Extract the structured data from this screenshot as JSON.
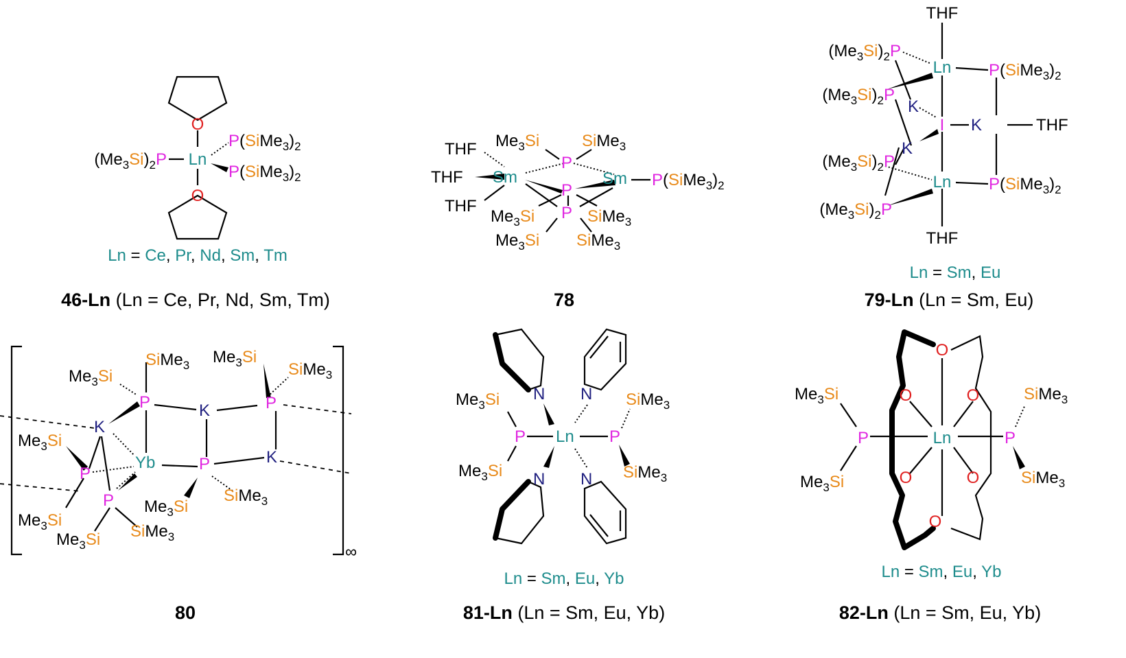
{
  "colors": {
    "bond": "#000000",
    "lanthanide": "#1e8c8c",
    "phosphorus": "#e026e0",
    "silicon": "#e88a1a",
    "oxygen": "#e02020",
    "nitrogen_potassium": "#202080",
    "iodine": "#e026e0",
    "text": "#000000"
  },
  "structures": [
    {
      "id": "46",
      "caption_bold": "46-Ln",
      "caption_rest": " (Ln = Ce, Pr, Nd, Sm, Tm)",
      "ln_legend": {
        "prefix": "Ln = ",
        "elements": [
          "Ce",
          "Pr",
          "Nd",
          "Sm",
          "Tm"
        ]
      },
      "center": "Ln",
      "ligands": [
        "(Me3Si)2P",
        "P(SiMe3)2",
        "P(SiMe3)2",
        "O",
        "O"
      ]
    },
    {
      "id": "78",
      "caption_bold": "78",
      "caption_rest": "",
      "atoms": [
        "Sm",
        "Sm",
        "THF",
        "THF",
        "THF",
        "P(SiMe3)2",
        "Me3Si",
        "SiMe3",
        "Me3Si",
        "SiMe3",
        "Me3Si",
        "SiMe3"
      ]
    },
    {
      "id": "79",
      "caption_bold": "79-Ln",
      "caption_rest": " (Ln = Sm, Eu)",
      "ln_legend": {
        "prefix": "Ln = ",
        "elements": [
          "Sm",
          "Eu"
        ]
      },
      "atoms": [
        "THF",
        "Ln",
        "I",
        "K",
        "K",
        "K",
        "Ln",
        "THF",
        "THF"
      ]
    },
    {
      "id": "80",
      "caption_bold": "80",
      "caption_rest": "",
      "subscript": "∞",
      "atoms": [
        "Yb",
        "K",
        "K",
        "K",
        "P",
        "P",
        "P",
        "P",
        "P"
      ]
    },
    {
      "id": "81",
      "caption_bold": "81-Ln",
      "caption_rest": " (Ln = Sm, Eu, Yb)",
      "ln_legend": {
        "prefix": "Ln = ",
        "elements": [
          "Sm",
          "Eu",
          "Yb"
        ]
      },
      "atoms": [
        "Ln",
        "N",
        "N",
        "N",
        "N",
        "P",
        "P"
      ]
    },
    {
      "id": "82",
      "caption_bold": "82-Ln",
      "caption_rest": " (Ln = Sm, Eu, Yb)",
      "ln_legend": {
        "prefix": "Ln = ",
        "elements": [
          "Sm",
          "Eu",
          "Yb"
        ]
      },
      "atoms": [
        "Ln",
        "O",
        "O",
        "O",
        "O",
        "O",
        "O",
        "P",
        "P"
      ]
    }
  ]
}
